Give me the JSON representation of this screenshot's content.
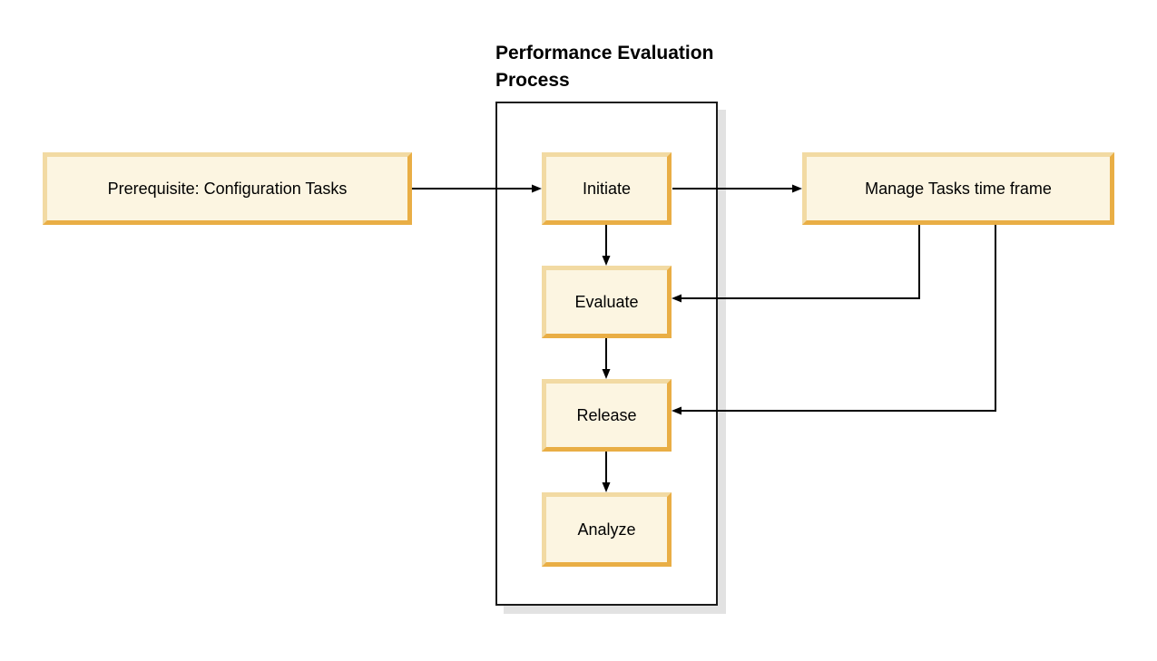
{
  "diagram": {
    "title": "Performance Evaluation\nProcess",
    "nodes": {
      "prerequisite": {
        "label": "Prerequisite: Configuration Tasks"
      },
      "initiate": {
        "label": "Initiate"
      },
      "evaluate": {
        "label": "Evaluate"
      },
      "release": {
        "label": "Release"
      },
      "analyze": {
        "label": "Analyze"
      },
      "manage": {
        "label": "Manage Tasks time frame"
      }
    },
    "flows": [
      "Prerequisite: Configuration Tasks -> Initiate",
      "Initiate -> Manage Tasks time frame",
      "Initiate -> Evaluate",
      "Manage Tasks time frame -> Evaluate",
      "Evaluate -> Release",
      "Manage Tasks time frame -> Release",
      "Release -> Analyze"
    ],
    "colors": {
      "node_fill": "#fcf5e1",
      "node_border_light": "#f2daa3",
      "node_border_dark": "#e9ae45",
      "container_border": "#1a1a1a",
      "container_shadow": "#e2e2e2",
      "arrow": "#000000",
      "text": "#000000",
      "background": "#ffffff"
    }
  }
}
